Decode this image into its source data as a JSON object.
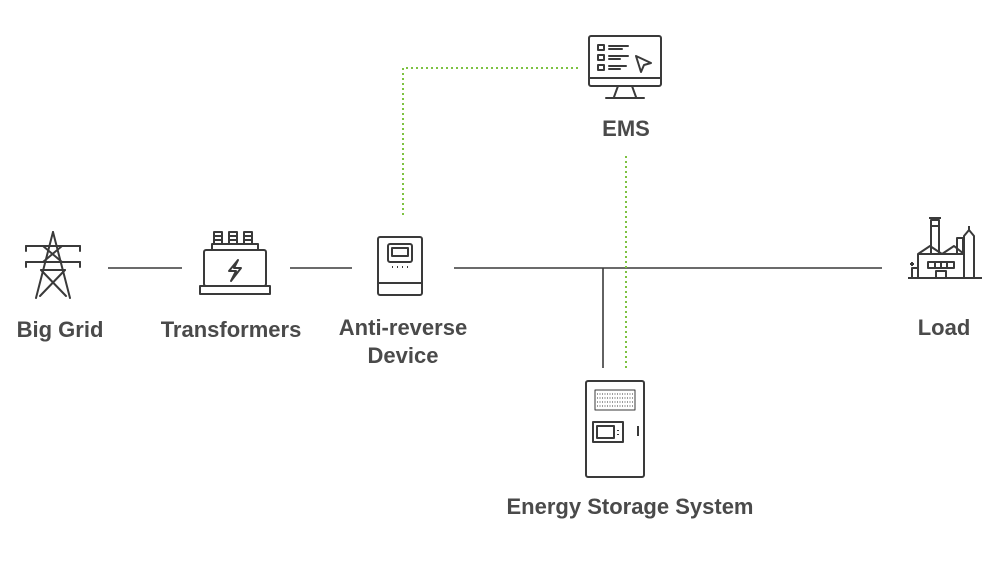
{
  "nodes": {
    "big_grid": "Big Grid",
    "transformers": "Transformers",
    "anti_reverse_line1": "Anti-reverse",
    "anti_reverse_line2": "Device",
    "ems": "EMS",
    "load": "Load",
    "energy_storage": "Energy Storage System"
  },
  "colors": {
    "power_line": "#3a3a3a",
    "communication_line": "#7dc242",
    "icon_stroke": "#3a3a3a",
    "text": "#4a4a4a"
  },
  "icons": [
    "transmission-tower-icon",
    "transformer-icon",
    "meter-icon",
    "monitor-icon",
    "factory-icon",
    "battery-cabinet-icon"
  ]
}
